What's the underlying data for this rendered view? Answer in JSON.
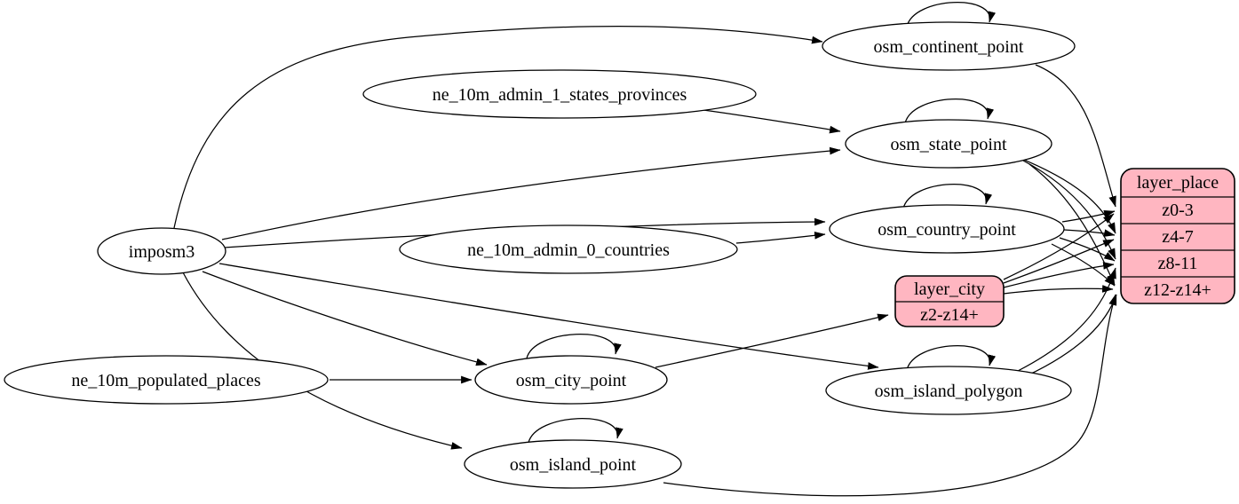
{
  "diagram": {
    "type": "etl-dataflow-graph",
    "colors": {
      "background": "#ffffff",
      "table_node_fill": "#ffffff",
      "layer_record_fill": "#ffb6c1",
      "edge_stroke": "#000000"
    },
    "nodes": {
      "imposm3": {
        "label": "imposm3",
        "shape": "ellipse"
      },
      "ne_10m_admin_1_states_provinces": {
        "label": "ne_10m_admin_1_states_provinces",
        "shape": "ellipse"
      },
      "ne_10m_admin_0_countries": {
        "label": "ne_10m_admin_0_countries",
        "shape": "ellipse"
      },
      "ne_10m_populated_places": {
        "label": "ne_10m_populated_places",
        "shape": "ellipse"
      },
      "osm_continent_point": {
        "label": "osm_continent_point",
        "shape": "ellipse",
        "self_loop": true
      },
      "osm_state_point": {
        "label": "osm_state_point",
        "shape": "ellipse",
        "self_loop": true
      },
      "osm_country_point": {
        "label": "osm_country_point",
        "shape": "ellipse",
        "self_loop": true
      },
      "osm_city_point": {
        "label": "osm_city_point",
        "shape": "ellipse",
        "self_loop": true
      },
      "osm_island_polygon": {
        "label": "osm_island_polygon",
        "shape": "ellipse",
        "self_loop": true
      },
      "osm_island_point": {
        "label": "osm_island_point",
        "shape": "ellipse",
        "self_loop": true
      }
    },
    "records": {
      "layer_city": {
        "title": "layer_city",
        "rows": [
          "z2-z14+"
        ]
      },
      "layer_place": {
        "title": "layer_place",
        "rows": [
          "z0-3",
          "z4-7",
          "z8-11",
          "z12-z14+"
        ]
      }
    },
    "edges": [
      {
        "from": "imposm3",
        "to": "osm_continent_point"
      },
      {
        "from": "imposm3",
        "to": "osm_state_point"
      },
      {
        "from": "imposm3",
        "to": "osm_country_point"
      },
      {
        "from": "imposm3",
        "to": "osm_city_point"
      },
      {
        "from": "imposm3",
        "to": "osm_island_polygon"
      },
      {
        "from": "imposm3",
        "to": "osm_island_point"
      },
      {
        "from": "ne_10m_admin_1_states_provinces",
        "to": "osm_state_point"
      },
      {
        "from": "ne_10m_admin_0_countries",
        "to": "osm_country_point"
      },
      {
        "from": "ne_10m_populated_places",
        "to": "osm_city_point"
      },
      {
        "from": "osm_continent_point",
        "to": "osm_continent_point",
        "self_loop": true
      },
      {
        "from": "osm_state_point",
        "to": "osm_state_point",
        "self_loop": true
      },
      {
        "from": "osm_country_point",
        "to": "osm_country_point",
        "self_loop": true
      },
      {
        "from": "osm_city_point",
        "to": "osm_city_point",
        "self_loop": true
      },
      {
        "from": "osm_island_polygon",
        "to": "osm_island_polygon",
        "self_loop": true
      },
      {
        "from": "osm_island_point",
        "to": "osm_island_point",
        "self_loop": true
      },
      {
        "from": "osm_city_point",
        "to": "layer_city:z2-z14+"
      },
      {
        "from": "osm_continent_point",
        "to": "layer_place:z0-3"
      },
      {
        "from": "osm_state_point",
        "to": "layer_place:z4-7"
      },
      {
        "from": "osm_state_point",
        "to": "layer_place:z8-11"
      },
      {
        "from": "osm_state_point",
        "to": "layer_place:z12-z14+"
      },
      {
        "from": "osm_country_point",
        "to": "layer_place:z0-3"
      },
      {
        "from": "osm_country_point",
        "to": "layer_place:z4-7"
      },
      {
        "from": "osm_country_point",
        "to": "layer_place:z8-11"
      },
      {
        "from": "osm_country_point",
        "to": "layer_place:z12-z14+"
      },
      {
        "from": "layer_city",
        "to": "layer_place:z0-3"
      },
      {
        "from": "layer_city",
        "to": "layer_place:z4-7"
      },
      {
        "from": "layer_city",
        "to": "layer_place:z8-11"
      },
      {
        "from": "layer_city",
        "to": "layer_place:z12-z14+"
      },
      {
        "from": "osm_island_polygon",
        "to": "layer_place:z8-11"
      },
      {
        "from": "osm_island_polygon",
        "to": "layer_place:z12-z14+"
      },
      {
        "from": "osm_island_point",
        "to": "layer_place:z12-z14+"
      }
    ]
  }
}
